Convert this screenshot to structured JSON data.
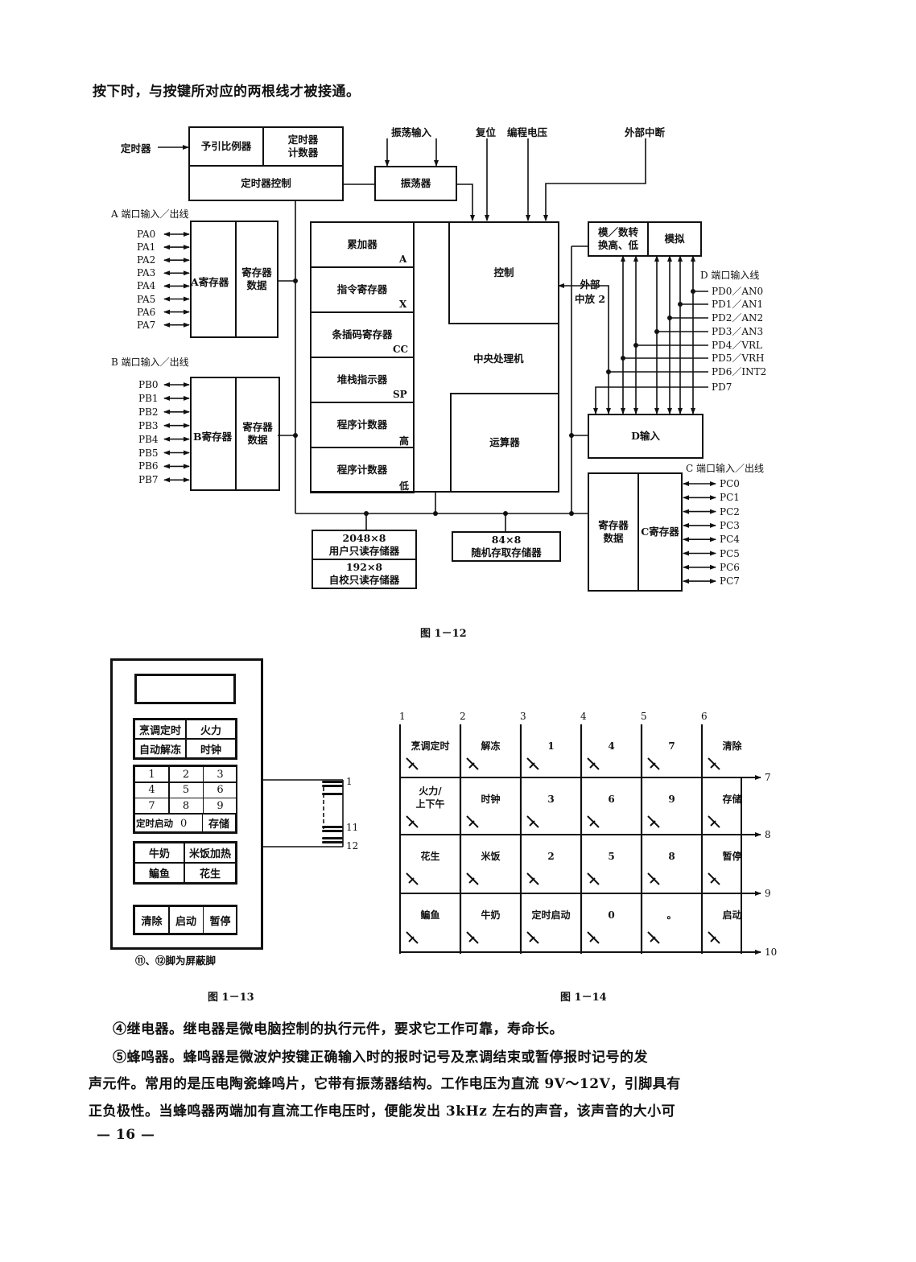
{
  "page": {
    "intro_line": "按下时，与按键所对应的两根线才被接通。",
    "page_number": "— 16 —"
  },
  "fig12": {
    "caption": "图 1－12",
    "timer_input": "定时器",
    "prescaler": "予引比例器",
    "timer_counter": "定时器\n计数器",
    "timer_control": "定时器控制",
    "osc_input": "振荡输入",
    "oscillator": "振荡器",
    "reset": "复位",
    "prog_voltage": "编程电压",
    "ext_interrupt": "外部中断",
    "port_a_title": "A 端口输入／出线",
    "port_a_pins": [
      "PA0",
      "PA1",
      "PA2",
      "PA3",
      "PA4",
      "PA5",
      "PA6",
      "PA7"
    ],
    "a_register": "A寄存器",
    "a_data_register": "寄存器\n数据",
    "port_b_title": "B 端口输入／出线",
    "port_b_pins": [
      "PB0",
      "PB1",
      "PB2",
      "PB3",
      "PB4",
      "PB5",
      "PB6",
      "PB7"
    ],
    "b_register": "B寄存器",
    "b_data_register": "寄存器\n数据",
    "registers": [
      {
        "name": "累加器",
        "tag": "A"
      },
      {
        "name": "指令寄存器",
        "tag": "X"
      },
      {
        "name": "条插码寄存器",
        "tag": "CC"
      },
      {
        "name": "堆栈指示器",
        "tag": "SP"
      },
      {
        "name": "程序计数器",
        "tag": "高"
      },
      {
        "name": "程序计数器",
        "tag": "低"
      }
    ],
    "control": "控制",
    "cpu": "中央处理机",
    "alu": "运算器",
    "adc": "模／数转\n换高、低",
    "analog": "模拟",
    "ext_int2": "外部\n中放 2",
    "port_d_title": "D 端口输入线",
    "port_d_pins": [
      "PD0／AN0",
      "PD1／AN1",
      "PD2／AN2",
      "PD3／AN3",
      "PD4／VRL",
      "PD5／VRH",
      "PD6／INT2",
      "PD7"
    ],
    "d_input": "D输入",
    "port_c_title": "C 端口输入／出线",
    "port_c_pins": [
      "PC0",
      "PC1",
      "PC2",
      "PC3",
      "PC4",
      "PC5",
      "PC6",
      "PC7"
    ],
    "c_data_register": "寄存器\n数据",
    "c_register": "C寄存器",
    "user_rom_size": "2048×8",
    "user_rom": "用户只读存储器",
    "self_rom_size": "192×8",
    "self_rom": "自校只读存储器",
    "ram_size": "84×8",
    "ram": "随机存取存储器"
  },
  "fig13": {
    "caption": "图 1－13",
    "note": "⑪、⑫脚为屏蔽脚",
    "func_keys": [
      [
        "烹调定时",
        "火力"
      ],
      [
        "自动解冻",
        "时钟"
      ]
    ],
    "num_keys": [
      [
        "1",
        "2",
        "3"
      ],
      [
        "4",
        "5",
        "6"
      ],
      [
        "7",
        "8",
        "9"
      ]
    ],
    "bottom_num_row": {
      "left": "定时启动",
      "mid": "0",
      "right": "存储"
    },
    "food_keys": [
      [
        "牛奶",
        "米饭加热"
      ],
      [
        "鳊鱼",
        "花生"
      ]
    ],
    "action_keys": [
      "清除",
      "启动",
      "暂停"
    ],
    "connector_pins": [
      "1",
      "11",
      "12"
    ]
  },
  "fig14": {
    "caption": "图 1－14",
    "columns": [
      "1",
      "2",
      "3",
      "4",
      "5",
      "6"
    ],
    "rows": [
      "7",
      "8",
      "9",
      "10"
    ],
    "cells": [
      [
        "烹调定时",
        "解冻",
        "1",
        "4",
        "7",
        "清除"
      ],
      [
        "火力/\n上下午",
        "时钟",
        "3",
        "6",
        "9",
        "存储"
      ],
      [
        "花生",
        "米饭",
        "2",
        "5",
        "8",
        "暂停"
      ],
      [
        "鳊鱼",
        "牛奶",
        "定时启动",
        "0",
        "。",
        "启动"
      ]
    ]
  },
  "body_text": {
    "p4": "④继电器。继电器是微电脑控制的执行元件，要求它工作可靠，寿命长。",
    "p5_line1": "⑤蜂鸣器。蜂鸣器是微波炉按键正确输入时的报时记号及烹调结束或暂停报时记号的发",
    "p5_line2": "声元件。常用的是压电陶瓷蜂鸣片，它带有振荡器结构。工作电压为直流 9V～12V，引脚具有",
    "p5_line3": "正负极性。当蜂鸣器两端加有直流工作电压时，便能发出 3kHz 左右的声音，该声音的大小可"
  }
}
